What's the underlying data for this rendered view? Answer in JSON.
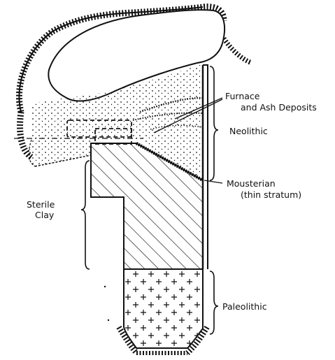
{
  "labels": {
    "furnace_line1": "Furnace",
    "furnace_line2": "and Ash Deposits",
    "neolithic": "Neolithic",
    "mousterian_line1": "Mousterian",
    "mousterian_line2": "(thin stratum)",
    "sterile_line1": "Sterile",
    "sterile_line2": "Clay",
    "paleolithic": "Paleolithic"
  },
  "colors": {
    "ink": "#111111",
    "background": "#ffffff"
  }
}
